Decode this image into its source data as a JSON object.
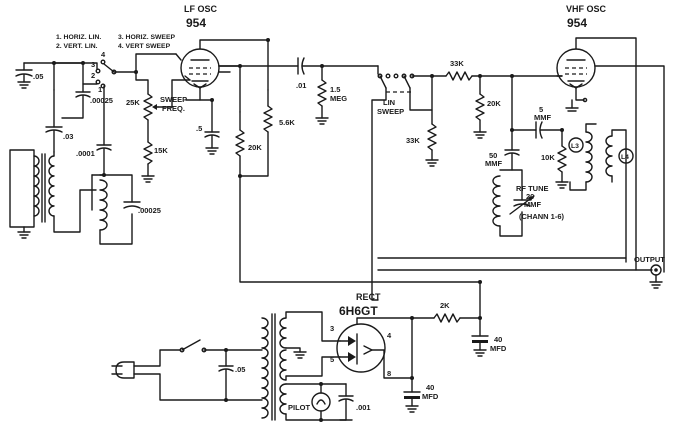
{
  "lf_osc": {
    "title": "LF OSC",
    "tube": "954"
  },
  "vhf_osc": {
    "title": "VHF OSC",
    "tube": "954"
  },
  "rect": {
    "title": "RECT",
    "tube": "6H6GT",
    "pins": [
      "3",
      "4",
      "5",
      "8"
    ]
  },
  "switch_legend": {
    "line1": "1. HORIZ. LIN.",
    "line2": "2. VERT. LIN.",
    "line3": "3. HORIZ. SWEEP",
    "line4": "4. VERT SWEEP"
  },
  "switch_positions": [
    "4",
    "3",
    "2",
    "1"
  ],
  "components": {
    "c_05_top": ".05",
    "c_00025_top": ".00025",
    "c_03": ".03",
    "c_0001": ".0001",
    "c_00025_bot": ".00025",
    "r_25k": "25K",
    "sweep_freq_1": "SWEEP",
    "sweep_freq_2": "FREQ.",
    "r_15k": "15K",
    "c_5": ".5",
    "r_20k_lf": "20K",
    "r_5_6k": "5.6K",
    "c_01": ".01",
    "r_1_5meg_1": "1.5",
    "r_1_5meg_2": "MEG",
    "lin_sweep_1": "LIN",
    "lin_sweep_2": "SWEEP",
    "r_33k_top": "33K",
    "r_20k_vhf": "20K",
    "r_33k_low": "33K",
    "c_5mmf_1": "5",
    "c_5mmf_2": "MMF",
    "r_10k": "10K",
    "l3": "L3",
    "l4": "L4",
    "c_50mmf_1": "50",
    "c_50mmf_2": "MMF",
    "rf_tune_1": "RF TUNE",
    "rf_tune_2": "20",
    "rf_tune_3": "MMF",
    "rf_tune_4": "(CHANN 1-6)",
    "output": "OUTPUT",
    "r_2k": "2K",
    "c_40mfd_top_1": "40",
    "c_40mfd_top_2": "MFD",
    "c_40mfd_bot_1": "40",
    "c_40mfd_bot_2": "MFD",
    "c_05_ps": ".05",
    "pilot": "PILOT",
    "c_001": ".001"
  }
}
